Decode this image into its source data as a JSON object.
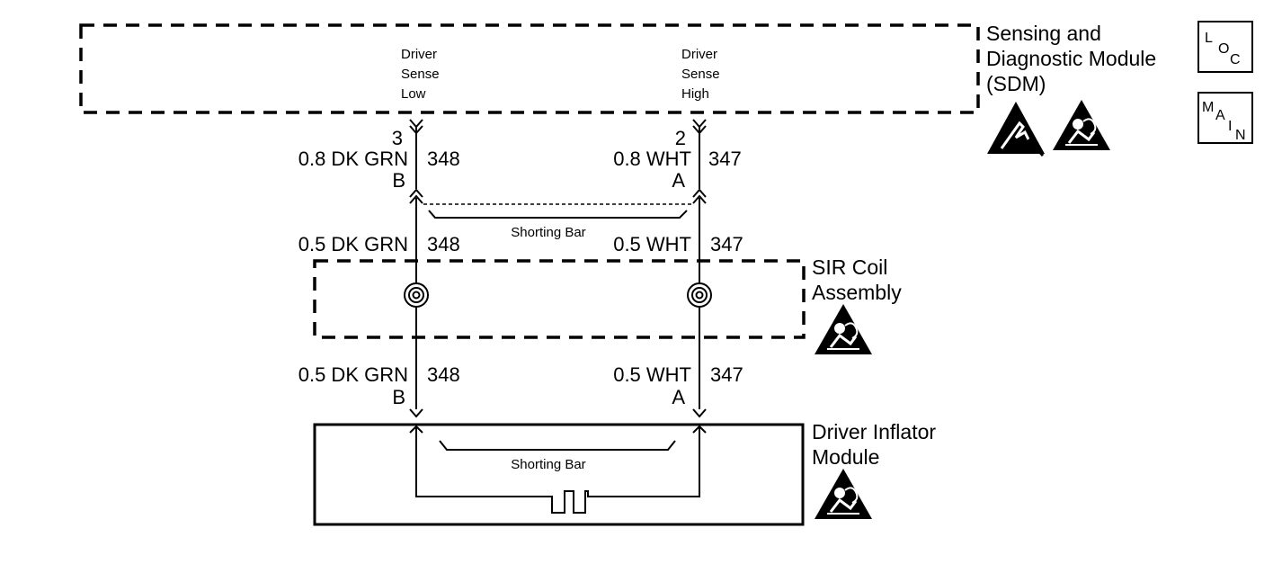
{
  "sdm": {
    "name_lines": [
      "Sensing and",
      "Diagnostic Module",
      "(SDM)"
    ],
    "pin_low": {
      "label_lines": [
        "Driver",
        "Sense",
        "Low"
      ],
      "pin": "3",
      "wire_size_color": "0.8 DK GRN",
      "circuit": "348",
      "terminal": "B"
    },
    "pin_high": {
      "label_lines": [
        "Driver",
        "Sense",
        "High"
      ],
      "pin": "2",
      "wire_size_color": "0.8 WHT",
      "circuit": "347",
      "terminal": "A"
    },
    "shorting_bar_label": "Shorting Bar"
  },
  "coil_wires": {
    "low": {
      "wire_size_color": "0.5 DK GRN",
      "circuit": "348"
    },
    "high": {
      "wire_size_color": "0.5 WHT",
      "circuit": "347"
    }
  },
  "sir_coil": {
    "name_lines": [
      "SIR Coil",
      "Assembly"
    ]
  },
  "lower_wires": {
    "low": {
      "wire_size_color": "0.5 DK GRN",
      "circuit": "348",
      "terminal": "B"
    },
    "high": {
      "wire_size_color": "0.5 WHT",
      "circuit": "347",
      "terminal": "A"
    }
  },
  "inflator": {
    "name_lines": [
      "Driver Inflator",
      "Module"
    ],
    "shorting_bar_label": "Shorting Bar"
  },
  "badges": {
    "loc": {
      "letters": [
        "L",
        "O",
        "C"
      ]
    },
    "main": {
      "letters": [
        "M",
        "A",
        "I",
        "N"
      ]
    }
  },
  "icons": [
    "esd-warning-icon",
    "airbag-warning-icon"
  ],
  "colors": {
    "ink": "#000000",
    "background": "#ffffff"
  }
}
